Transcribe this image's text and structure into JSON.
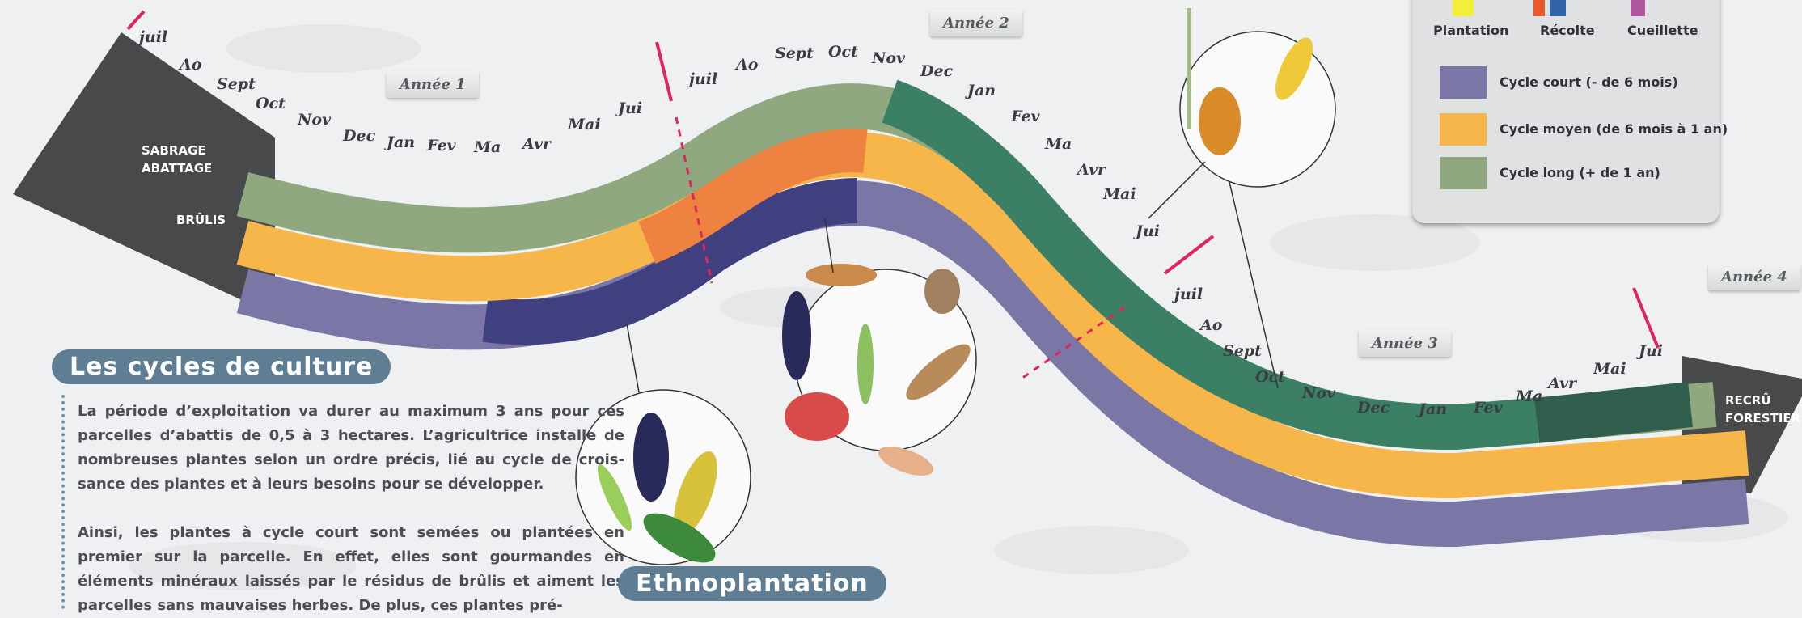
{
  "stages": {
    "start": [
      "SABRAGE",
      "ABATTAGE",
      "BRÛLIS"
    ],
    "end": [
      "RECRÛ",
      "FORESTIER"
    ]
  },
  "years": [
    "Année 1",
    "Année 2",
    "Année 3",
    "Année 4"
  ],
  "months_top": [
    "juil",
    "Ao",
    "Sept",
    "Oct",
    "Nov",
    "Dec",
    "Jan",
    "Fev",
    "Ma",
    "Avr",
    "Mai",
    "Jui",
    "juil",
    "Ao",
    "Sept",
    "Oct",
    "Nov",
    "Dec",
    "Jan",
    "Fev",
    "Ma",
    "Avr",
    "Mai",
    "Jui",
    "juil",
    "Ao",
    "Sept",
    "Oct",
    "Nov",
    "Dec",
    "Jan",
    "Fev",
    "Ma",
    "Avr",
    "Mai",
    "Jui"
  ],
  "legend": {
    "icons": [
      "Plantation",
      "Récolte",
      "Cueillette"
    ],
    "items": [
      {
        "label": "Cycle court (- de 6 mois)",
        "color": "#7a76a6"
      },
      {
        "label": "Cycle moyen (de 6 mois à 1 an)",
        "color": "#f6b64a"
      },
      {
        "label": "Cycle long (+ de 1 an)",
        "color": "#8fa880"
      }
    ]
  },
  "section1": {
    "title": "Les cycles de culture",
    "para1": "La période d’exploitation va durer au maximum 3 ans pour ces parcelles d’abattis de 0,5 à 3 hectares. L’agricultrice installe de nombreuses plantes selon un ordre précis, lié au cycle de crois­sance des plantes et à leurs besoins pour se développer.",
    "para2": "Ainsi, les plantes à cycle court sont semées ou plantées en premier sur la parcelle. En effet, elles sont gourmandes en éléments minéraux laissés par le résidus de brûlis et aiment les parcelles sans mauvaises herbes. De plus, ces plantes pré-"
  },
  "section2": {
    "title": "Ethnoplantation"
  },
  "colors": {
    "short": "#7a76a6",
    "short_dark": "#403f80",
    "medium": "#f6b64a",
    "medium_dark": "#ee8240",
    "long": "#8fa880",
    "long_dark": "#3b7f64",
    "arrow": "#48494b",
    "accent": "#e0245e"
  }
}
